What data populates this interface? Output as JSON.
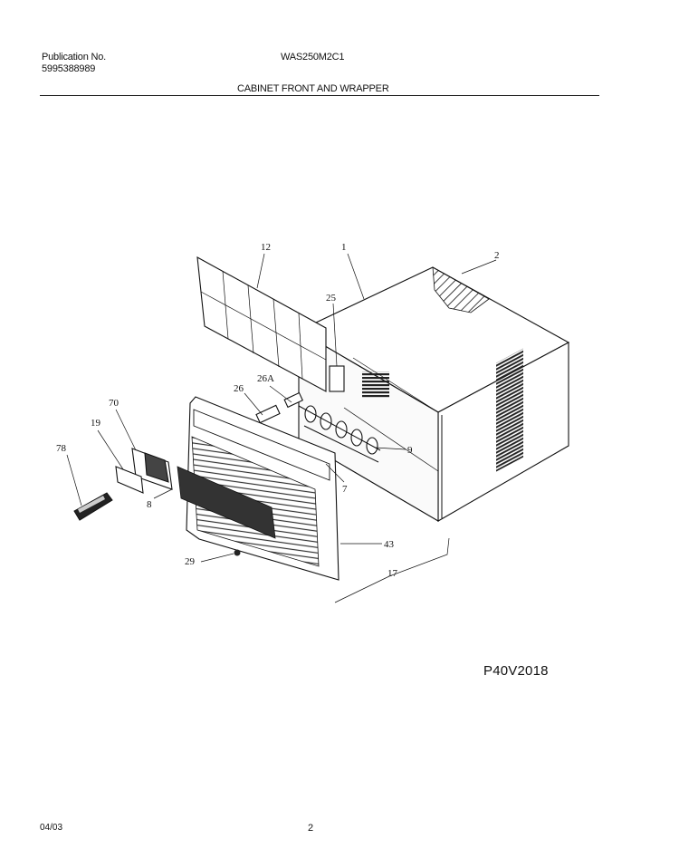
{
  "header": {
    "publication_label": "Publication No.",
    "publication_number": "5995388989",
    "model": "WAS250M2C1",
    "section_title": "CABINET FRONT AND WRAPPER"
  },
  "diagram": {
    "figure_code": "P40V2018",
    "callouts": {
      "c1": "1",
      "c2": "2",
      "c7": "7",
      "c8": "8",
      "c9": "9",
      "c12": "12",
      "c17": "17",
      "c19": "19",
      "c25": "25",
      "c26": "26",
      "c26a": "26A",
      "c29": "29",
      "c43": "43",
      "c70": "70",
      "c78": "78"
    }
  },
  "footer": {
    "date": "04/03",
    "page_number": "2"
  }
}
